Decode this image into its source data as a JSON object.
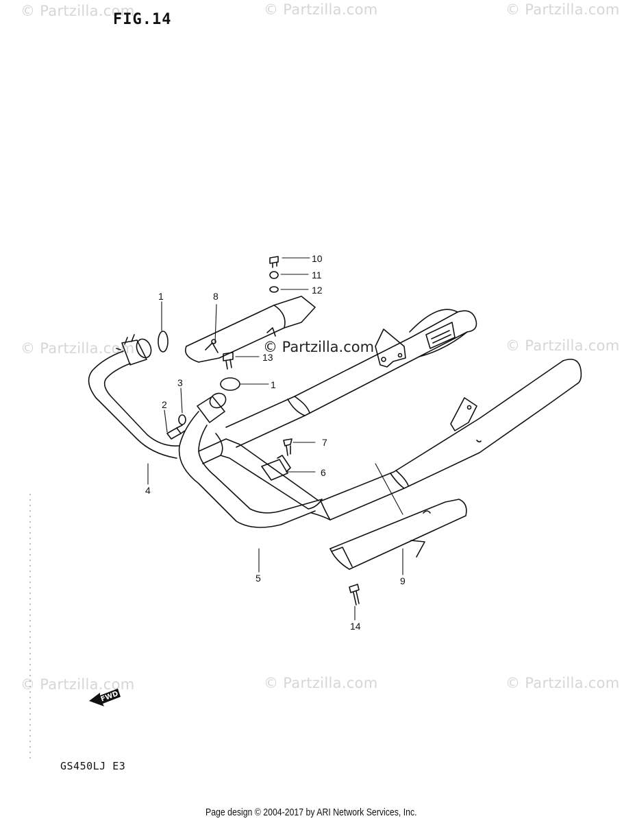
{
  "figure": {
    "title": "FIG.14"
  },
  "watermarks": {
    "text": "© Partzilla.com",
    "center_text": "© Partzilla.com"
  },
  "callouts": [
    "1",
    "2",
    "3",
    "4",
    "5",
    "6",
    "7",
    "8",
    "9",
    "10",
    "11",
    "12",
    "13",
    "14",
    "1"
  ],
  "fwd_label": "FWD",
  "model_code": "GS450LJ E3",
  "footer": {
    "text": "Page design © 2004-2017 by ARI Network Services, Inc."
  }
}
